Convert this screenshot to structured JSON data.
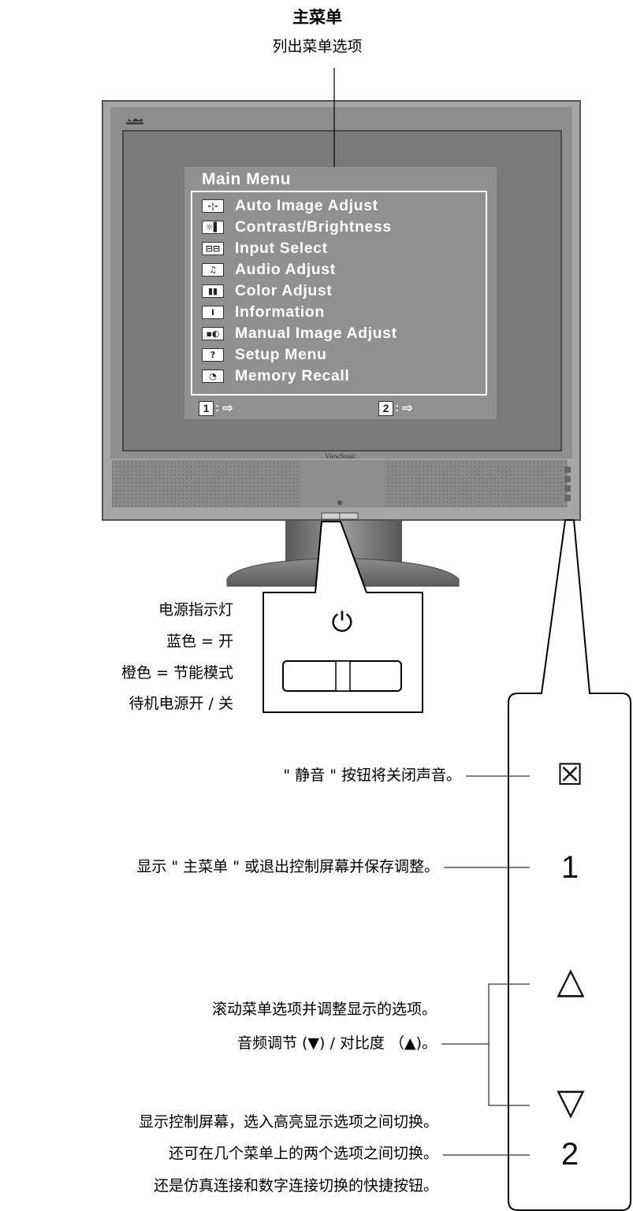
{
  "header": {
    "title": "主菜单",
    "subtitle": "列出菜单选项"
  },
  "monitor": {
    "brand": "ViewSonic"
  },
  "osd": {
    "title": "Main Menu",
    "items": [
      {
        "icon": "auto-image-adjust-icon",
        "glyph": "-¦-",
        "label": "Auto Image Adjust"
      },
      {
        "icon": "contrast-brightness-icon",
        "glyph": "☼▌",
        "label": "Contrast/Brightness"
      },
      {
        "icon": "input-select-icon",
        "glyph": "⊟⊟",
        "label": "Input Select"
      },
      {
        "icon": "audio-adjust-icon",
        "glyph": "♫",
        "label": "Audio Adjust"
      },
      {
        "icon": "color-adjust-icon",
        "glyph": "▮▮",
        "label": "Color Adjust"
      },
      {
        "icon": "information-icon",
        "glyph": "i",
        "label": "Information"
      },
      {
        "icon": "manual-image-adjust-icon",
        "glyph": "▪◐",
        "label": "Manual Image Adjust"
      },
      {
        "icon": "setup-menu-icon",
        "glyph": "?",
        "label": "Setup Menu"
      },
      {
        "icon": "memory-recall-icon",
        "glyph": "◔",
        "label": "Memory Recall"
      }
    ],
    "footer": {
      "key1": "1",
      "key2": "2",
      "sep": ":",
      "exit_glyph": "⇨"
    }
  },
  "power_caption": [
    "电源指示灯",
    "蓝色 = 开",
    "橙色 = 节能模式",
    "待机电源开 / 关"
  ],
  "power_symbol": "⏻",
  "buttons": {
    "mute": {
      "glyph": "☒",
      "caption": "\" 静音 \" 按钮将关闭声音。"
    },
    "one": {
      "glyph": "1",
      "caption": "显示 \" 主菜单 \" 或退出控制屏幕并保存调整。"
    },
    "updown": {
      "up_glyph": "△",
      "down_glyph": "▽",
      "caption_line1": "滚动菜单选项并调整显示的选项。",
      "caption_line2": "音频调节 (▼) / 对比度 （▲)。"
    },
    "two": {
      "glyph": "2",
      "caption_line1": "显示控制屏幕，选入高亮显示选项之间切换。",
      "caption_line2": "还可在几个菜单上的两个选项之间切换。",
      "caption_line3": "还是仿真连接和数字连接切换的快捷按钮。"
    }
  }
}
